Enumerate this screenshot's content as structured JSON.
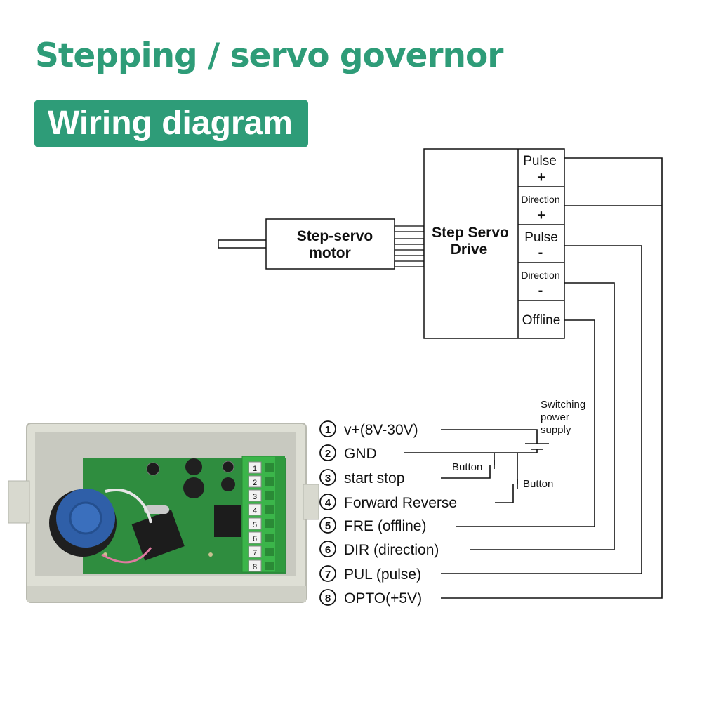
{
  "header": {
    "title": "Stepping / servo governor",
    "badge": "Wiring diagram"
  },
  "motor": {
    "line1": "Step-servo",
    "line2": "motor"
  },
  "drive": {
    "line1": "Step Servo",
    "line2": "Drive",
    "terminals": [
      {
        "name": "Pulse",
        "sign": "+"
      },
      {
        "name": "Direction",
        "sign": "+"
      },
      {
        "name": "Pulse",
        "sign": "-"
      },
      {
        "name": "Direction",
        "sign": "-"
      },
      {
        "name": "Offline",
        "sign": ""
      }
    ]
  },
  "power_supply": {
    "line1": "Switching",
    "line2": "power",
    "line3": "supply"
  },
  "buttons": {
    "button1": "Button",
    "button2": "Button"
  },
  "pins": [
    {
      "num": "1",
      "label": "v+(8V-30V)"
    },
    {
      "num": "2",
      "label": "GND"
    },
    {
      "num": "3",
      "label": "start stop"
    },
    {
      "num": "4",
      "label": "Forward Reverse"
    },
    {
      "num": "5",
      "label": "FRE (offline)"
    },
    {
      "num": "6",
      "label": "DIR (direction)"
    },
    {
      "num": "7",
      "label": "PUL (pulse)"
    },
    {
      "num": "8",
      "label": "OPTO(+5V)"
    }
  ],
  "board": {
    "terminal_numbers": [
      "1",
      "2",
      "3",
      "4",
      "5",
      "6",
      "7",
      "8"
    ]
  },
  "colors": {
    "accent": "#2e9c78",
    "line": "#111111",
    "terminal_green": "#3bb54a",
    "pcb_green": "#2f8d3f",
    "housing": "#dcdcd2"
  }
}
